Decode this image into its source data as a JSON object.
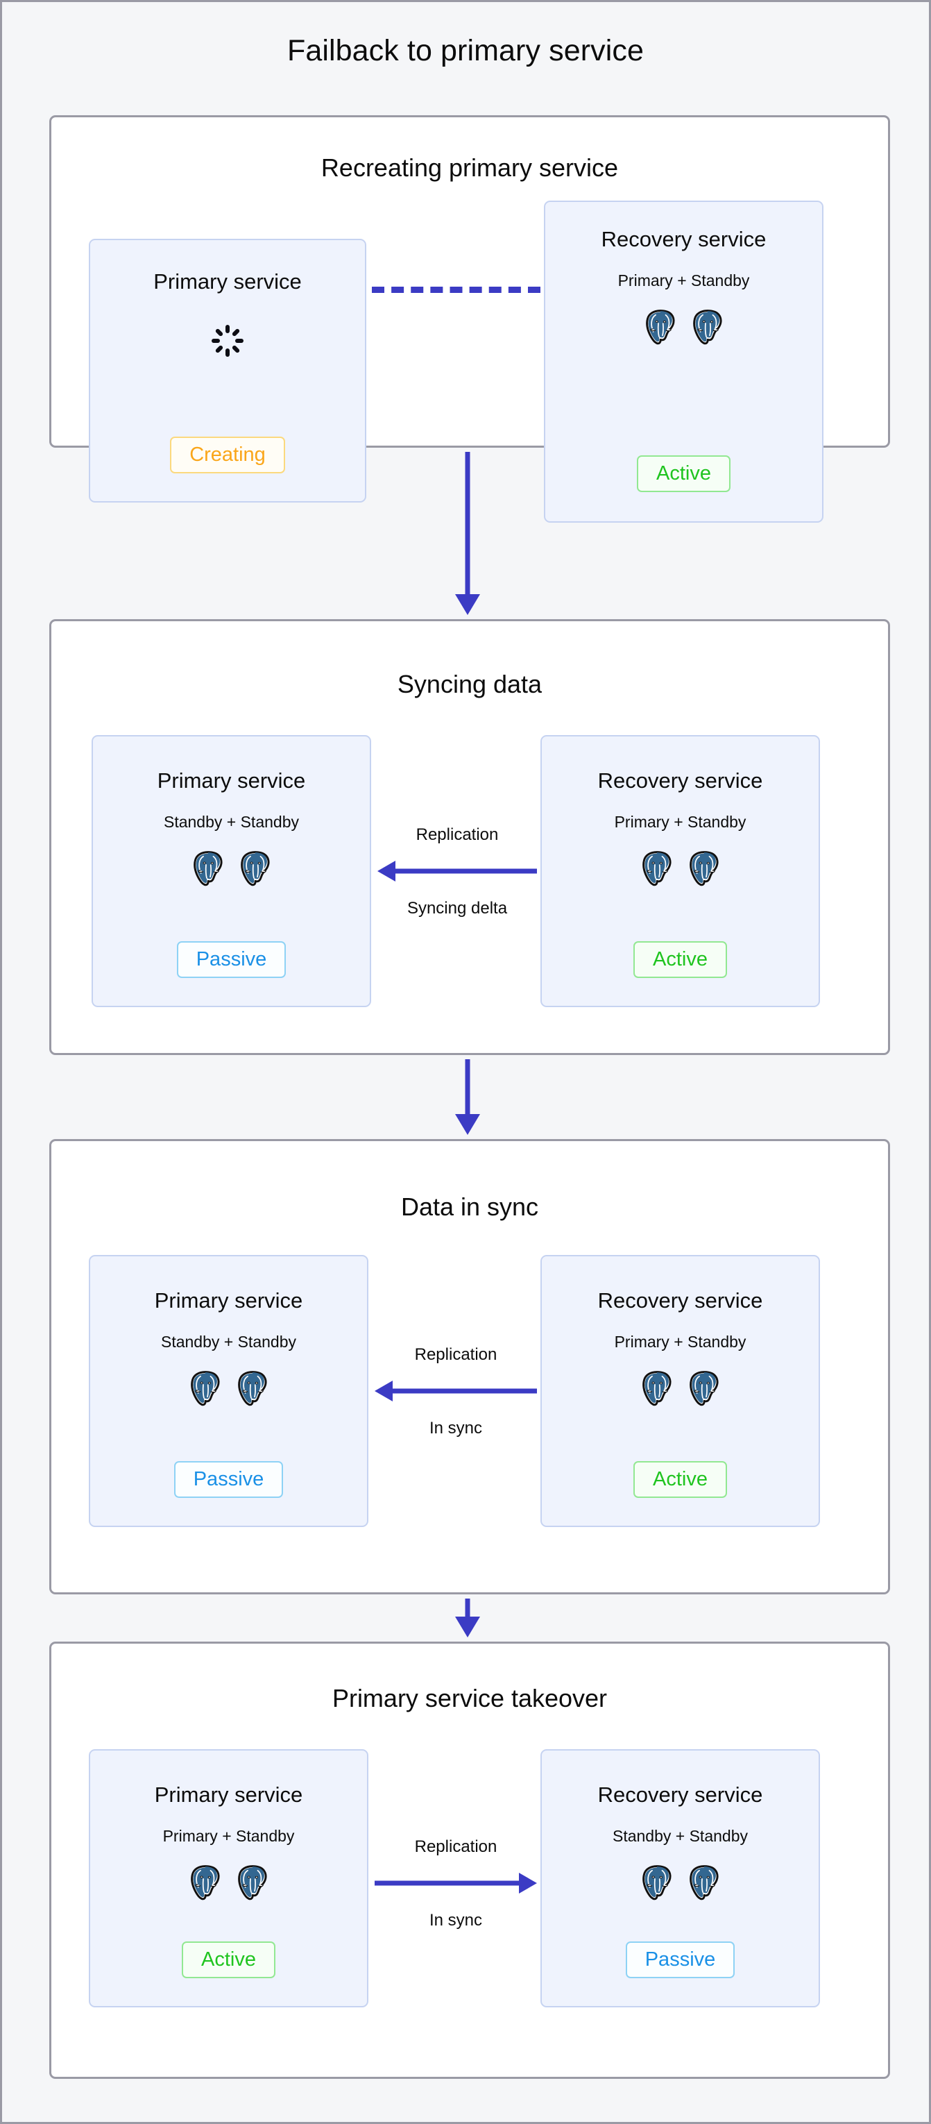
{
  "diagram": {
    "title": "Failback to primary service",
    "accent_blue": "#3b3bc4",
    "card_bg": "#eff3fd",
    "card_border": "#c6d3f1",
    "panel_border": "#9a9aa5",
    "page_bg": "#f5f6f8",
    "badge_colors": {
      "creating": "#faa61a",
      "active": "#1fc41f",
      "passive": "#1a90e6"
    },
    "postgres_icon_color": "#336791"
  },
  "steps": [
    {
      "title": "Recreating primary service",
      "connector": {
        "kind": "dashed",
        "direction": "none",
        "label_top": "",
        "label_bottom": ""
      },
      "left": {
        "title": "Primary service",
        "subtitle": "",
        "nodes": 0,
        "spinner": true,
        "badge": "Creating",
        "badge_state": "creating"
      },
      "right": {
        "title": "Recovery service",
        "subtitle": "Primary + Standby",
        "nodes": 2,
        "spinner": false,
        "badge": "Active",
        "badge_state": "active"
      }
    },
    {
      "title": "Syncing data",
      "connector": {
        "kind": "arrow",
        "direction": "left",
        "label_top": "Replication",
        "label_bottom": "Syncing delta"
      },
      "left": {
        "title": "Primary service",
        "subtitle": "Standby + Standby",
        "nodes": 2,
        "spinner": false,
        "badge": "Passive",
        "badge_state": "passive"
      },
      "right": {
        "title": "Recovery service",
        "subtitle": "Primary + Standby",
        "nodes": 2,
        "spinner": false,
        "badge": "Active",
        "badge_state": "active"
      }
    },
    {
      "title": "Data in sync",
      "connector": {
        "kind": "arrow",
        "direction": "left",
        "label_top": "Replication",
        "label_bottom": "In sync"
      },
      "left": {
        "title": "Primary service",
        "subtitle": "Standby + Standby",
        "nodes": 2,
        "spinner": false,
        "badge": "Passive",
        "badge_state": "passive"
      },
      "right": {
        "title": "Recovery service",
        "subtitle": "Primary + Standby",
        "nodes": 2,
        "spinner": false,
        "badge": "Active",
        "badge_state": "active"
      }
    },
    {
      "title": "Primary service takeover",
      "connector": {
        "kind": "arrow",
        "direction": "right",
        "label_top": "Replication",
        "label_bottom": "In sync"
      },
      "left": {
        "title": "Primary service",
        "subtitle": "Primary + Standby",
        "nodes": 2,
        "spinner": false,
        "badge": "Active",
        "badge_state": "active"
      },
      "right": {
        "title": "Recovery service",
        "subtitle": "Standby + Standby",
        "nodes": 2,
        "spinner": false,
        "badge": "Passive",
        "badge_state": "passive"
      }
    }
  ],
  "flow_arrows": [
    {
      "name": "step-1-to-2"
    },
    {
      "name": "step-2-to-3"
    },
    {
      "name": "step-3-to-4"
    }
  ],
  "icons": {
    "postgres": "postgres-elephant-icon",
    "spinner": "loading-spinner-icon",
    "flow_arrow": "arrow-down-icon",
    "replication_arrow": "arrow-horizontal-icon"
  }
}
